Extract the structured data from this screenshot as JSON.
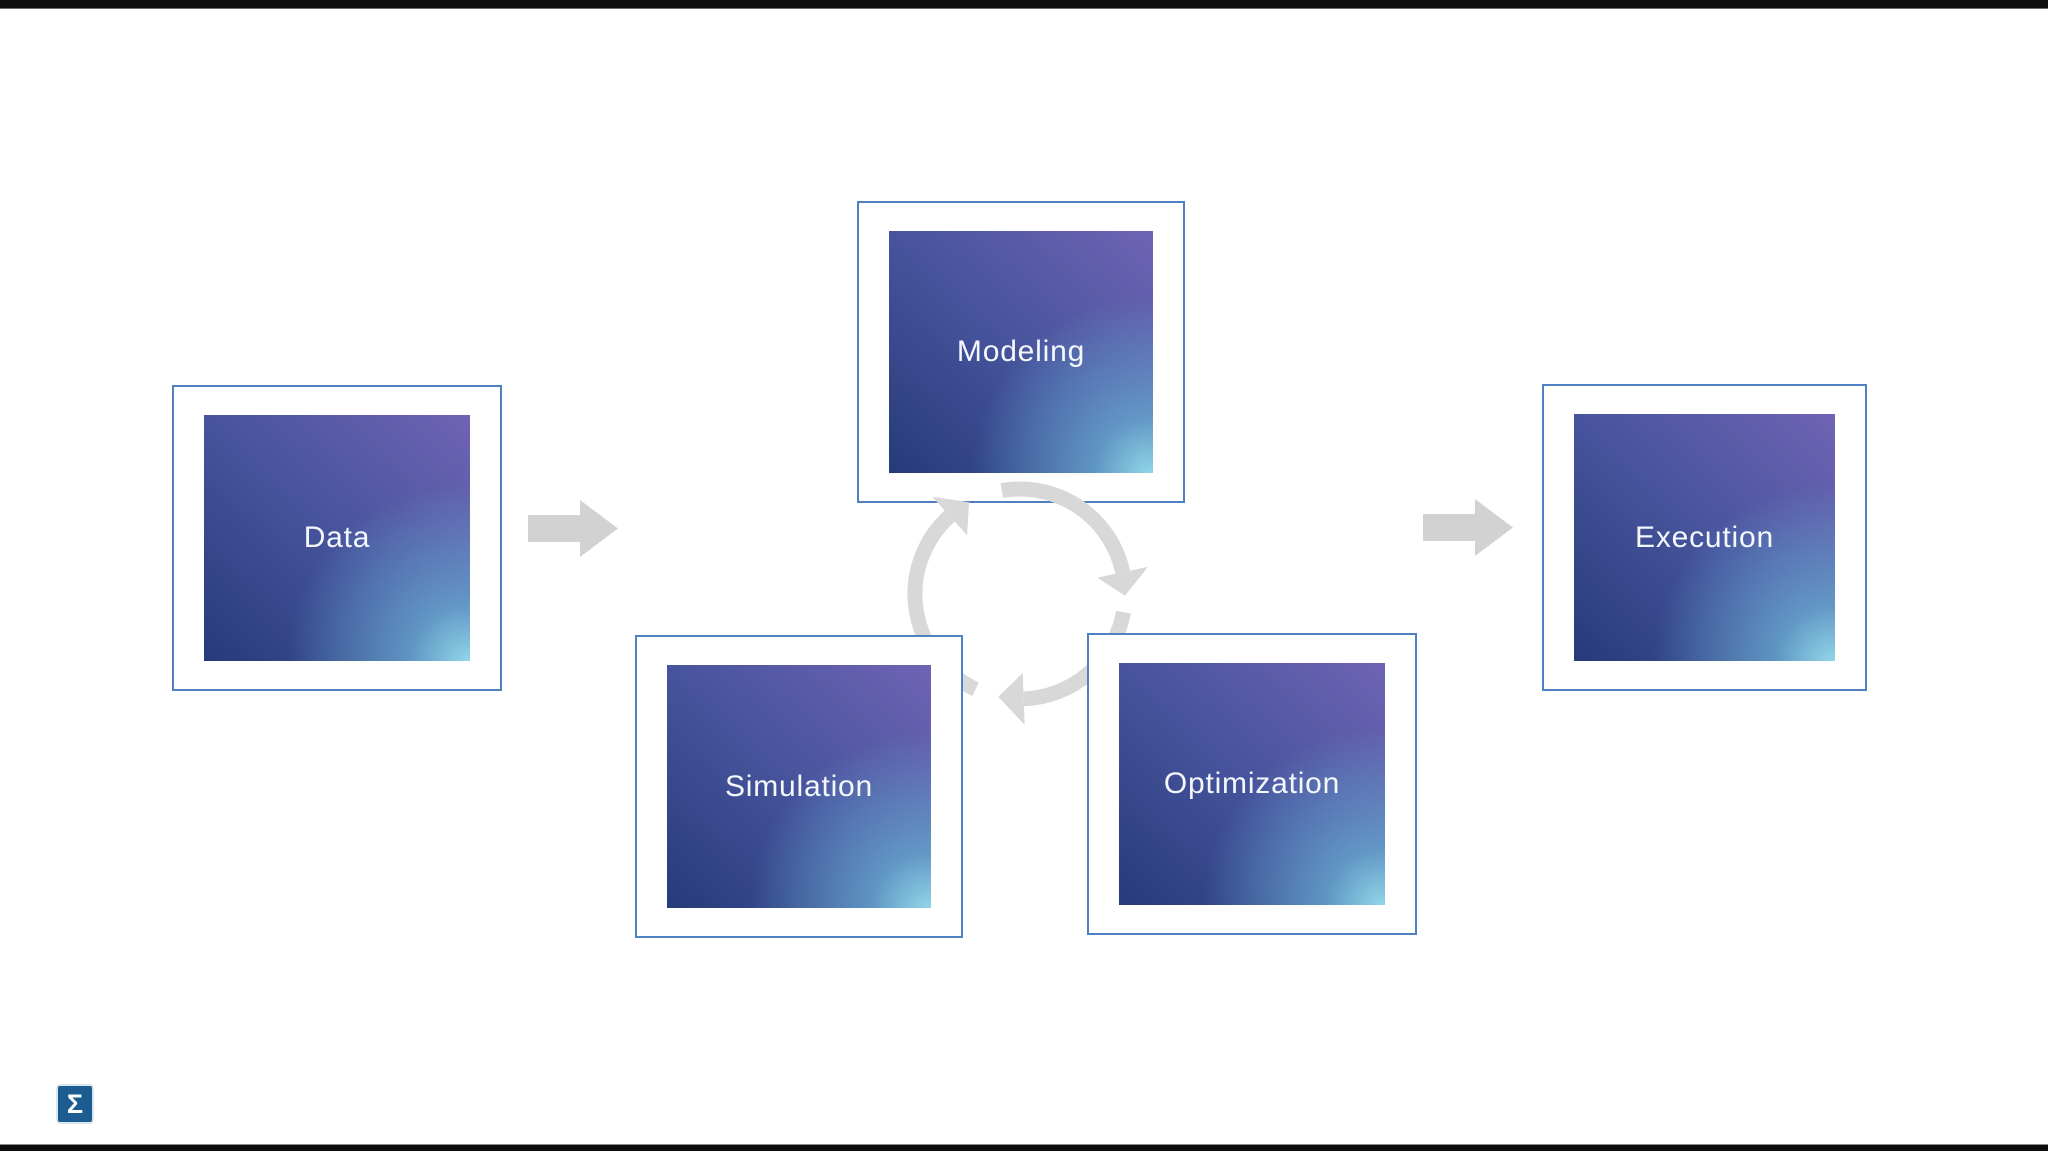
{
  "diagram": {
    "nodes": [
      {
        "id": "data",
        "label": "Data"
      },
      {
        "id": "modeling",
        "label": "Modeling"
      },
      {
        "id": "simulation",
        "label": "Simulation"
      },
      {
        "id": "optimization",
        "label": "Optimization"
      },
      {
        "id": "execution",
        "label": "Execution"
      }
    ]
  },
  "icons": {
    "left_flow_arrow": "right-block-arrow",
    "right_flow_arrow": "right-block-arrow",
    "center_cycle": "clockwise-cycle-arrows"
  },
  "logo": {
    "glyph": "Σ"
  },
  "colors": {
    "node_border": "#4e80c2",
    "tile_gradient_top_right": "#6f63b4",
    "tile_gradient_mid": "#47549d",
    "tile_gradient_bottom_left": "#263b79",
    "tile_glow_bottom_right": "#8fd8e8",
    "flow_arrow_gray": "#d2d2d2",
    "cycle_gray": "#d8d8d8",
    "logo_blue": "#1d5c91",
    "letterbox": "#0d0d0d",
    "background": "#ffffff",
    "label_text": "#f4f7fb"
  }
}
